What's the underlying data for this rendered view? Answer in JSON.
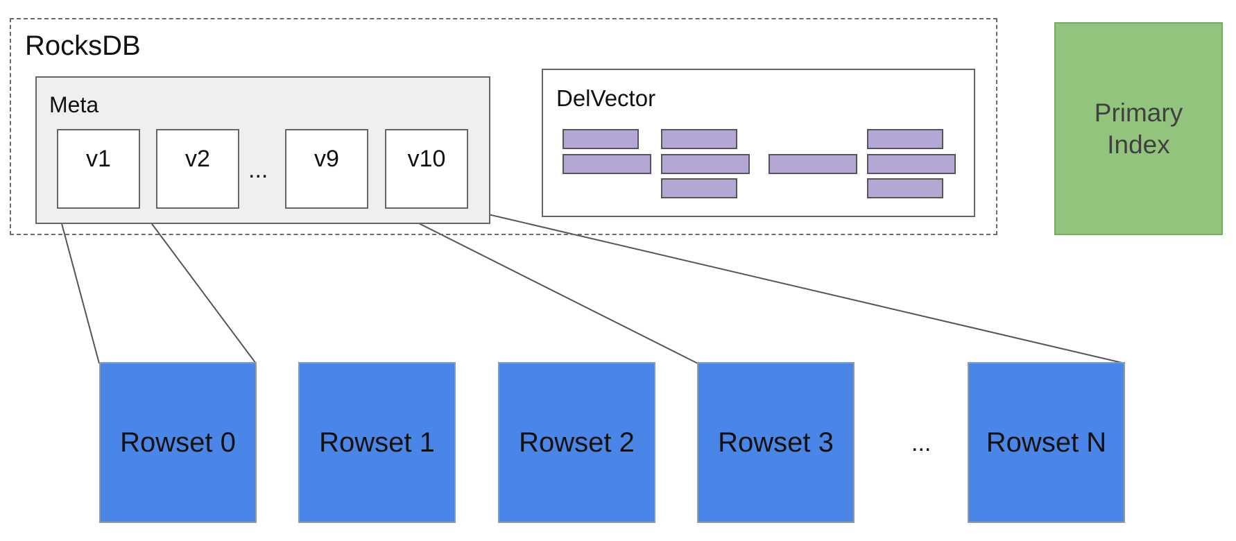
{
  "rocksdb": {
    "title": "RocksDB",
    "meta": {
      "title": "Meta",
      "versions": [
        "v1",
        "v2",
        "v9",
        "v10"
      ],
      "ellipsis": "..."
    },
    "delvector": {
      "title": "DelVector"
    }
  },
  "primary_index": {
    "line1": "Primary",
    "line2": "Index"
  },
  "rowsets": {
    "items": [
      "Rowset 0",
      "Rowset 1",
      "Rowset 2",
      "Rowset 3",
      "Rowset N"
    ],
    "ellipsis": "..."
  },
  "colors": {
    "meta_bg": "#efefef",
    "delvector_bit": "#b4a7d6",
    "primary_index": "#93c47d",
    "rowset": "#4a86e8"
  }
}
